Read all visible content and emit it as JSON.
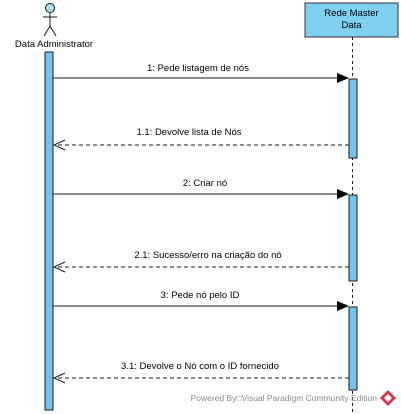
{
  "actor": {
    "name": "Data Administrator"
  },
  "lifeline": {
    "name_lines": [
      "Rede Master",
      "Data"
    ]
  },
  "messages": [
    {
      "label": "1: Pede listagem de nós",
      "kind": "call"
    },
    {
      "label": "1.1: Devolve lista de Nós",
      "kind": "return"
    },
    {
      "label": "2: Criar nó",
      "kind": "call"
    },
    {
      "label": "2.1: Sucesso/erro na criação do nó",
      "kind": "return"
    },
    {
      "label": "3: Pede nó pelo ID",
      "kind": "call"
    },
    {
      "label": "3.1: Devolve o Nó com o ID fornecido",
      "kind": "return"
    }
  ],
  "footer": {
    "text": "Powered By□Visual Paradigm Community Edition"
  },
  "colors": {
    "lifeline_fill": "#7fcff0",
    "activation_fill": "#73c6ea",
    "actor_head_fill": "#a9e0f6",
    "outline": "#1a1a1a",
    "logo": "#d8354b"
  }
}
